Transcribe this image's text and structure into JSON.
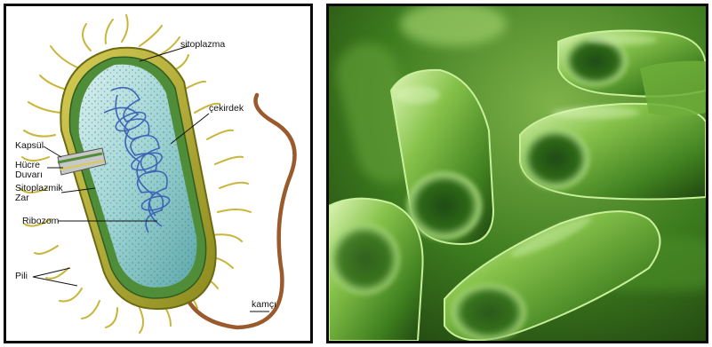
{
  "diagram": {
    "labels": {
      "sitoplazma": "sitoplazma",
      "cekirdek": "çekirdek",
      "kapsul": "Kapsül",
      "hucre_duvari_line1": "Hücre",
      "hucre_duvari_line2": "Duvarı",
      "sitoplazmik_zar_line1": "Sitoplazmik",
      "sitoplazmik_zar_line2": "Zar",
      "ribozom": "Ribozom",
      "pili": "Pili",
      "kamci": "kamçı"
    }
  },
  "photo": {
    "colors": {
      "background": "#3c7a1e",
      "highlight": "#dff7b8",
      "shadow": "#1d3d0e"
    }
  }
}
